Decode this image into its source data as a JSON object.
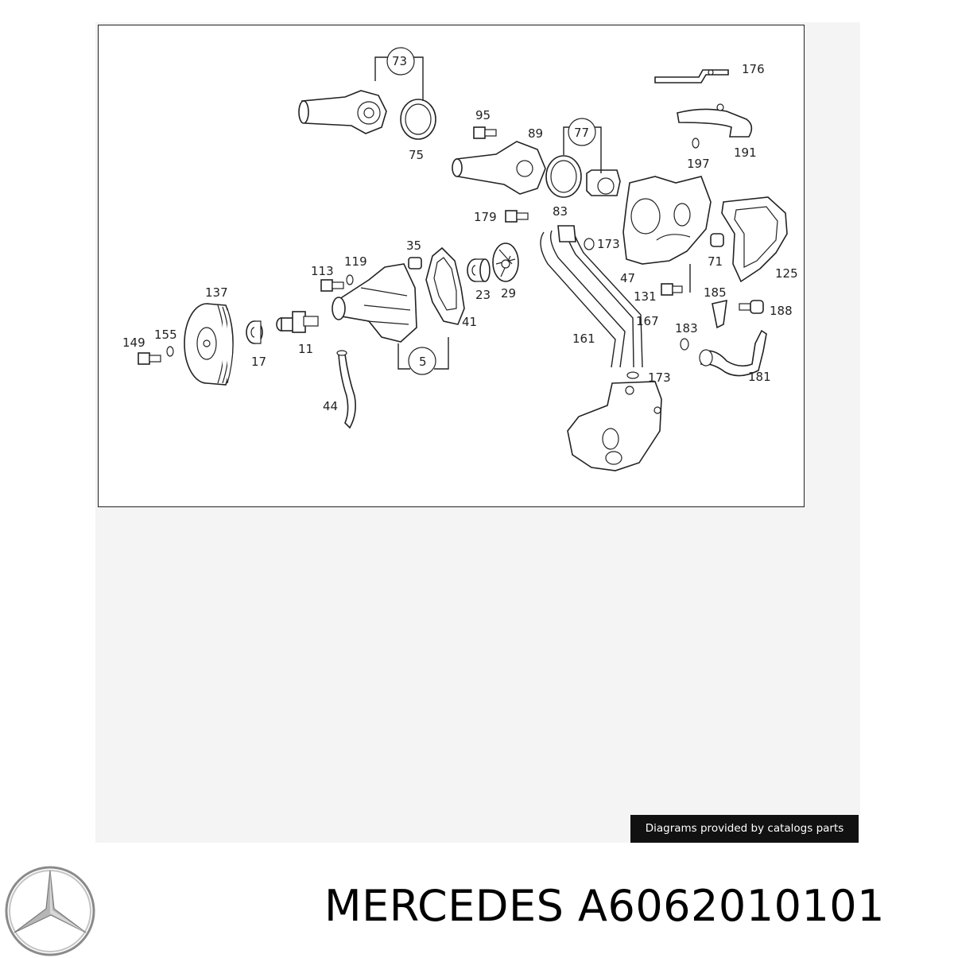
{
  "diagram": {
    "callouts": {
      "c73": "73",
      "c75": "75",
      "c95": "95",
      "c89": "89",
      "c77": "77",
      "c83": "83",
      "c176": "176",
      "c191": "191",
      "c197": "197",
      "c179": "179",
      "c173a": "173",
      "c35": "35",
      "c113": "113",
      "c119": "119",
      "c23": "23",
      "c29": "29",
      "c41": "41",
      "c47": "47",
      "c71": "71",
      "c125": "125",
      "c131": "131",
      "c185": "185",
      "c188": "188",
      "c167": "167",
      "c137": "137",
      "c149": "149",
      "c155": "155",
      "c17": "17",
      "c11": "11",
      "c5": "5",
      "c161": "161",
      "c183": "183",
      "c173b": "173",
      "c181": "181",
      "c44": "44"
    }
  },
  "credit": "Diagrams provided by catalogs parts",
  "brand": "MERCEDES",
  "part_number": "A6062010101",
  "icon": "mercedes-star-logo"
}
